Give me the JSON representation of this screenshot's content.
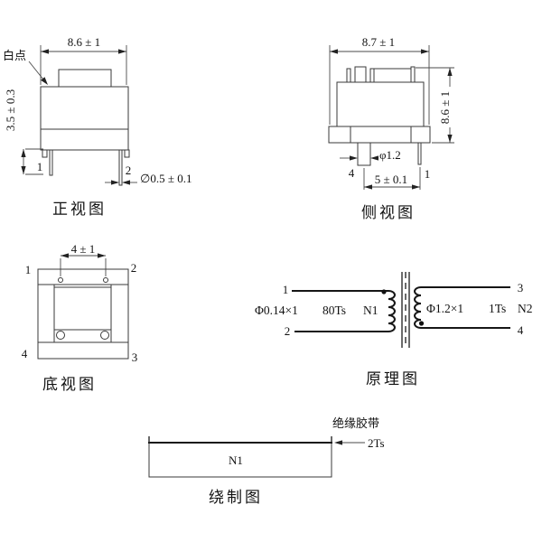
{
  "page": {
    "background": "#ffffff",
    "line_color": "#3a3a3a"
  },
  "front_view": {
    "caption": "正视图",
    "white_dot_label": "白点",
    "dim_width": "8.6 ± 1",
    "dim_pin_length": "3.5 ± 0.3",
    "dim_pin_diameter": "∅0.5 ± 0.1",
    "pin1": "1",
    "pin2": "2"
  },
  "side_view": {
    "caption": "侧视图",
    "dim_width": "8.7 ± 1",
    "dim_height": "8.6 ± 1",
    "dim_thick_pin_diameter": "φ1.2",
    "dim_pin_pitch": "5 ± 0.1",
    "pin4": "4",
    "pin1": "1"
  },
  "bottom_view": {
    "caption": "底视图",
    "dim_pin_pitch": "4 ± 1",
    "pin1": "1",
    "pin2": "2",
    "pin3": "3",
    "pin4": "4"
  },
  "schematic": {
    "caption": "原理图",
    "primary": {
      "pin_top": "1",
      "pin_bottom": "2",
      "wire_spec": "Φ0.14×1",
      "turns": "80Ts",
      "name": "N1"
    },
    "secondary": {
      "pin_top": "3",
      "pin_bottom": "4",
      "wire_spec": "Φ1.2×1",
      "turns": "1Ts",
      "name": "N2"
    }
  },
  "winding_diagram": {
    "caption": "绕制图",
    "winding_label": "N1",
    "tape_label": "绝缘胶带",
    "tape_turns": "2Ts"
  }
}
